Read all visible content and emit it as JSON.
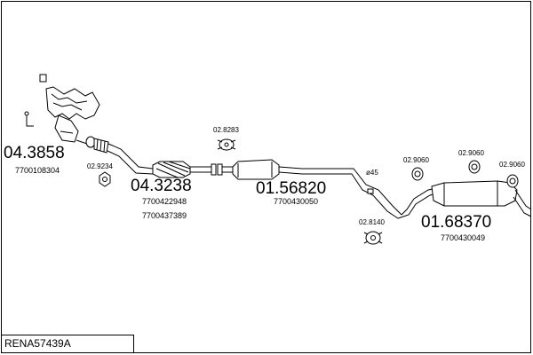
{
  "diagram": {
    "title": "RENA57439A",
    "parts": [
      {
        "ref": "04.3858",
        "oem": [
          "7700108304"
        ]
      },
      {
        "ref": "04.3238",
        "oem": [
          "7700422948",
          "7700437389"
        ]
      },
      {
        "ref": "01.56820",
        "oem": [
          "7700430050"
        ]
      },
      {
        "ref": "01.68370",
        "oem": [
          "7700430049"
        ]
      }
    ],
    "accessories": [
      "02.9234",
      "02.8283",
      "02.9060",
      "02.9060",
      "02.9060",
      "02.8140"
    ],
    "pipe_diameter": "ø45"
  }
}
